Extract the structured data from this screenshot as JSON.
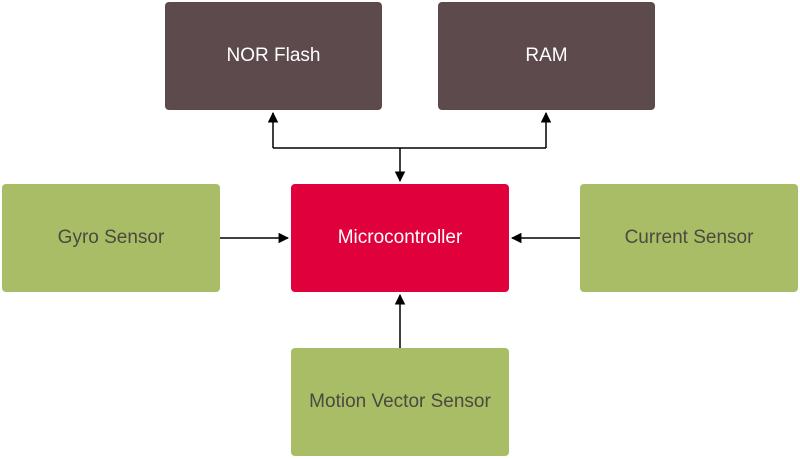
{
  "diagram": {
    "nodes": {
      "nor_flash": "NOR Flash",
      "ram": "RAM",
      "gyro_sensor": "Gyro Sensor",
      "microcontroller": "Microcontroller",
      "current_sensor": "Current Sensor",
      "motion_vector_sensor": "Motion Vector Sensor"
    },
    "edges": [
      {
        "from": "microcontroller",
        "to": "nor_flash"
      },
      {
        "from": "microcontroller",
        "to": "ram"
      },
      {
        "from": "nor_flash",
        "to": "microcontroller"
      },
      {
        "from": "gyro_sensor",
        "to": "microcontroller"
      },
      {
        "from": "current_sensor",
        "to": "microcontroller"
      },
      {
        "from": "motion_vector_sensor",
        "to": "microcontroller"
      }
    ],
    "colors": {
      "memory_block": "#5d4a4d",
      "sensor_block": "#a9bd66",
      "microcontroller_block": "#e0003c",
      "connector": "#000000"
    }
  }
}
